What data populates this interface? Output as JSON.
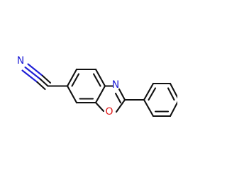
{
  "molecule": {
    "atoms": {
      "nitrile_n": {
        "symbol": "N",
        "color": "#1f1fd6"
      },
      "ring_n": {
        "symbol": "N",
        "color": "#1f1fd6"
      },
      "ring_o": {
        "symbol": "O",
        "color": "#e01414"
      }
    }
  }
}
